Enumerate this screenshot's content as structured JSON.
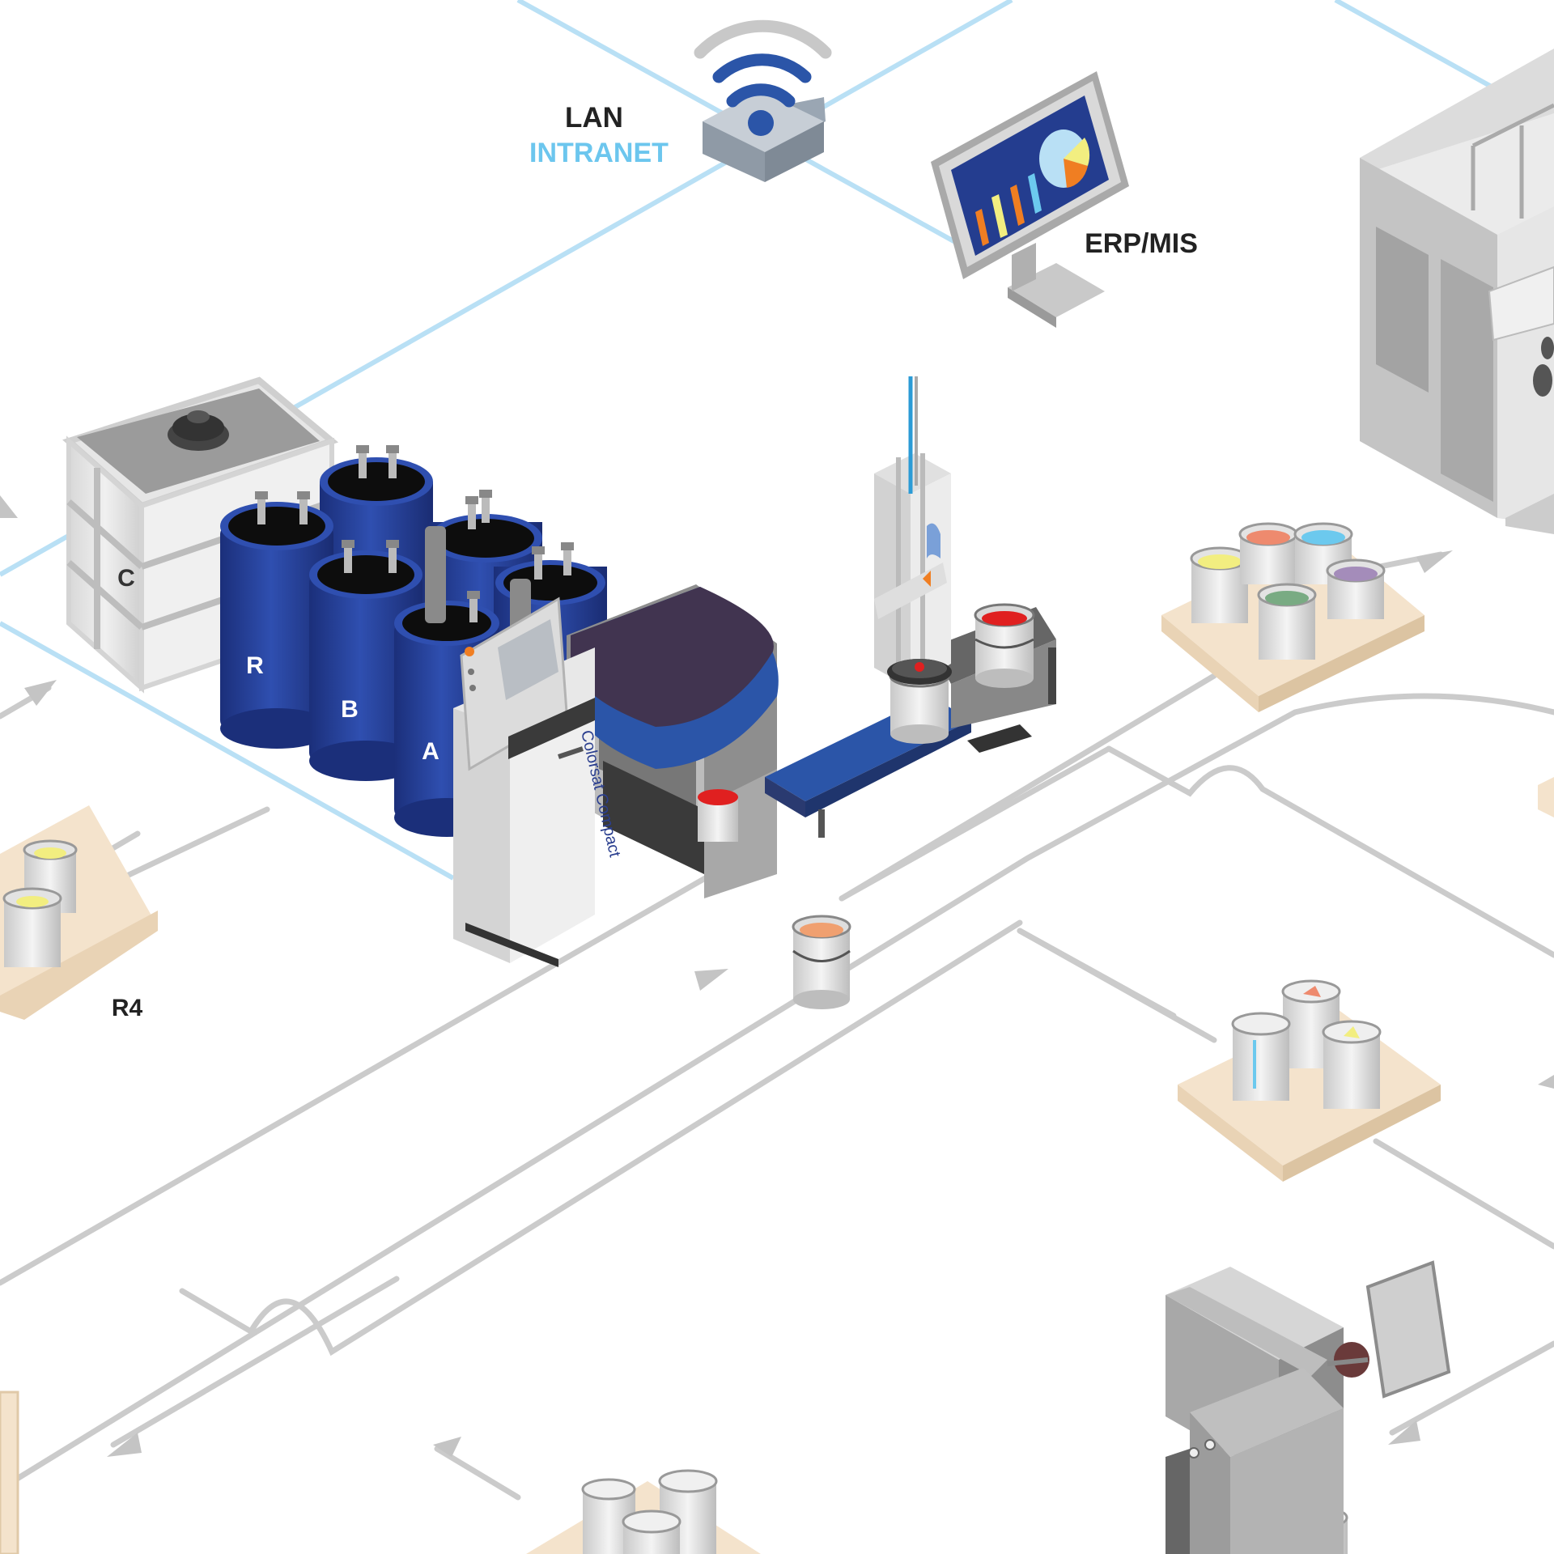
{
  "labels": {
    "lan": "LAN",
    "intranet": "INTRANET",
    "erp": "ERP/MIS",
    "pallet_r4": "R4",
    "tank_c": "C",
    "drum_r": "R",
    "drum_b": "B",
    "drum_a": "A",
    "machine_brand": "Colorsat Compact"
  },
  "colors": {
    "network_line": "#b9e0f5",
    "flow_line": "#c8c8c8",
    "drum_blue": "#233e97",
    "accent_blue": "#2b55a8",
    "intranet_text": "#6cc6ee",
    "label_text": "#222222",
    "pallet": "#f4e3cc",
    "paint_red": "#e02020",
    "paint_orange": "#f0a070",
    "paint_yellow": "#f2ee80",
    "paint_salmon": "#ee8a6e",
    "paint_cyan": "#6cc9ee",
    "paint_purple": "#a48cba",
    "paint_green": "#79ab83"
  },
  "icons": [
    "wifi-router-icon",
    "monitor-chart-icon"
  ]
}
